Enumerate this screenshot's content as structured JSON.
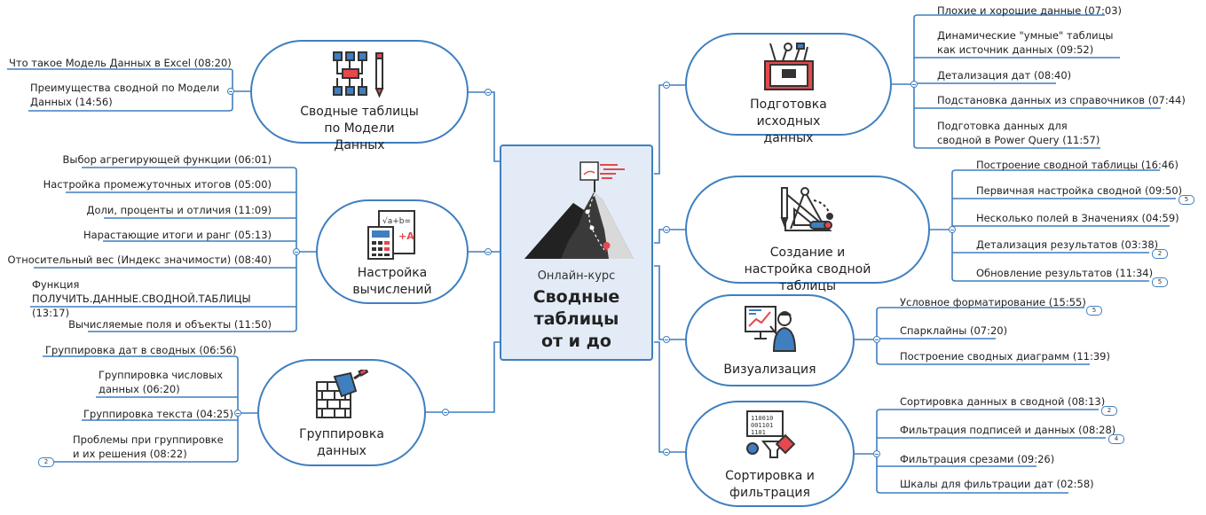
{
  "center": {
    "subtitle": "Онлайн-курс",
    "title": "Сводные таблицы от и до"
  },
  "colors": {
    "line": "#3f7fbf",
    "center_fill": "#e3ecf6",
    "accent_red": "#e5484d",
    "dark": "#333333"
  },
  "topics": [
    {
      "label": "Сводные таблицы по Модели Данных",
      "icon": "diagram-pencil-icon",
      "leaves": [
        "Что такое Модель Данных в Excel (08:20)",
        "Преимущества сводной по Модели Данных (14:56)"
      ]
    },
    {
      "label": "Настройка вычислений",
      "icon": "calculator-formula-icon",
      "leaves": [
        "Выбор агрегирующей функции (06:01)",
        "Настройка промежуточных итогов (05:00)",
        "Доли, проценты и отличия (11:09)",
        "Нарастающие итоги и ранг (05:13)",
        "Относительный вес (Индекс значимости) (08:40)",
        "Функция ПОЛУЧИТЬ.ДАННЫЕ.СВОДНОЙ.ТАБЛИЦЫ (13:17)",
        "Вычисляемые поля и объекты (11:50)"
      ]
    },
    {
      "label": "Группировка данных",
      "icon": "brick-trowel-icon",
      "leaves": [
        "Группировка дат в сводных (06:56)",
        "Группировка числовых данных (06:20)",
        "Группировка текста (04:25)",
        "Проблемы при группировке и их решения (08:22)"
      ],
      "badges": [
        "2"
      ]
    },
    {
      "label": "Подготовка исходных данных",
      "icon": "toolbox-icon",
      "leaves": [
        "Плохие и хорошие данные (07:03)",
        "Динамические \"умные\" таблицы как источник данных (09:52)",
        "Детализация дат (08:40)",
        "Подстановка данных из справочников (07:44)",
        "Подготовка данных для сводной в Power Query (11:57)"
      ]
    },
    {
      "label": "Создание и настройка сводной таблицы",
      "icon": "drafting-tools-icon",
      "leaves": [
        "Построение сводной таблицы (16:46)",
        "Первичная настройка сводной (09:50)",
        "Несколько полей в Значениях (04:59)",
        "Детализация результатов (03:38)",
        "Обновление результатов (11:34)"
      ],
      "badges": [
        "5",
        "2",
        "5"
      ]
    },
    {
      "label": "Визуализация",
      "icon": "presenter-chart-icon",
      "leaves": [
        "Условное форматирование (15:55)",
        "Спарклайны (07:20)",
        "Построение сводных диаграмм (11:39)"
      ],
      "badges": [
        "5"
      ]
    },
    {
      "label": "Сортировка и фильтрация",
      "icon": "data-filter-icon",
      "leaves": [
        "Сортировка данных в сводной (08:13)",
        "Фильтрация подписей и данных (08:28)",
        "Фильтрация срезами (09:26)",
        "Шкалы для фильтрации дат (02:58)"
      ],
      "badges": [
        "2",
        "4"
      ]
    }
  ]
}
